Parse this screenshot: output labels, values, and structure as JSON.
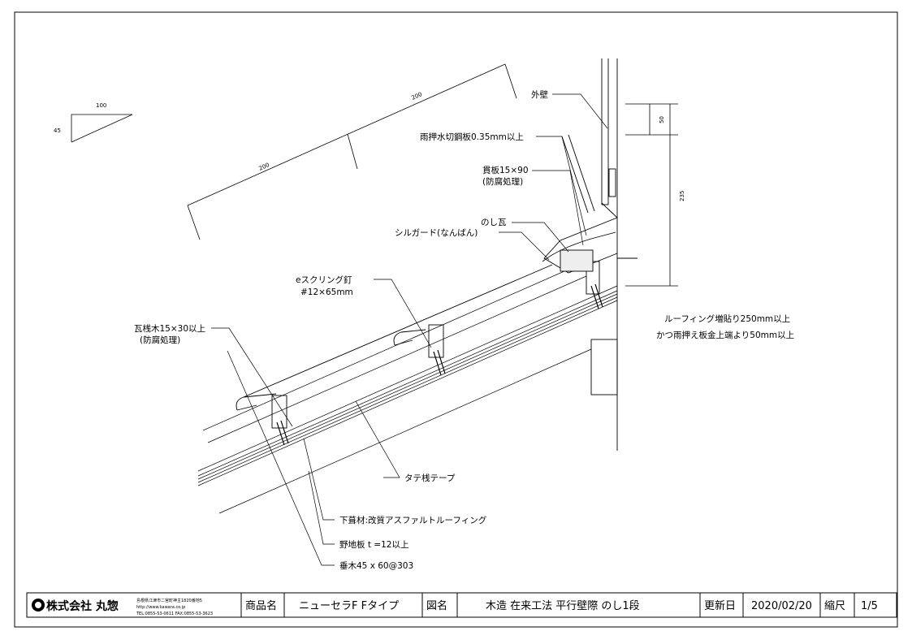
{
  "slope_ratio": {
    "run": "100",
    "rise": "45"
  },
  "dimensions": {
    "rafter_a": "200",
    "rafter_b": "200",
    "flash_height": "50",
    "wall_height": "235"
  },
  "labels": {
    "outer_wall": "外壁",
    "flashing": "雨押水切鋼板0.35mm以上",
    "nuki_line1": "貫板15×90",
    "nuki_line2": "(防腐処理)",
    "noshi": "のし瓦",
    "sill_guard": "シルガード(なんばん)",
    "screw_line1": "eスクリング釘",
    "screw_line2": "#12×65mm",
    "batten_line1": "瓦桟木15×30以上",
    "batten_line2": "(防腐処理)",
    "roofing_line1": "ルーフィング増貼り250mm以上",
    "roofing_line2": "かつ雨押え板金上端より50mm以上",
    "tate_tape": "タテ桟テープ",
    "underlay": "下葺材:改質アスファルトルーフィング",
    "sheathing": "野地板 t =12以上",
    "rafter": "垂木45 x 60@303"
  },
  "title_block": {
    "company": "株式会社 丸惣",
    "address": "島根県江津市二宮町神主1820番地5",
    "url": "http://www.kawara.co.jp",
    "tel": "TEL:0855-53-0611 FAX:0855-53-3623",
    "product_label": "商品名",
    "product": "ニューセラF Fタイプ",
    "drawing_label": "図名",
    "drawing_name": "木造 在来工法 平行壁際 のし1段",
    "updated_label": "更新日",
    "updated": "2020/02/20",
    "scale_label": "縮尺",
    "scale": "1/5"
  }
}
